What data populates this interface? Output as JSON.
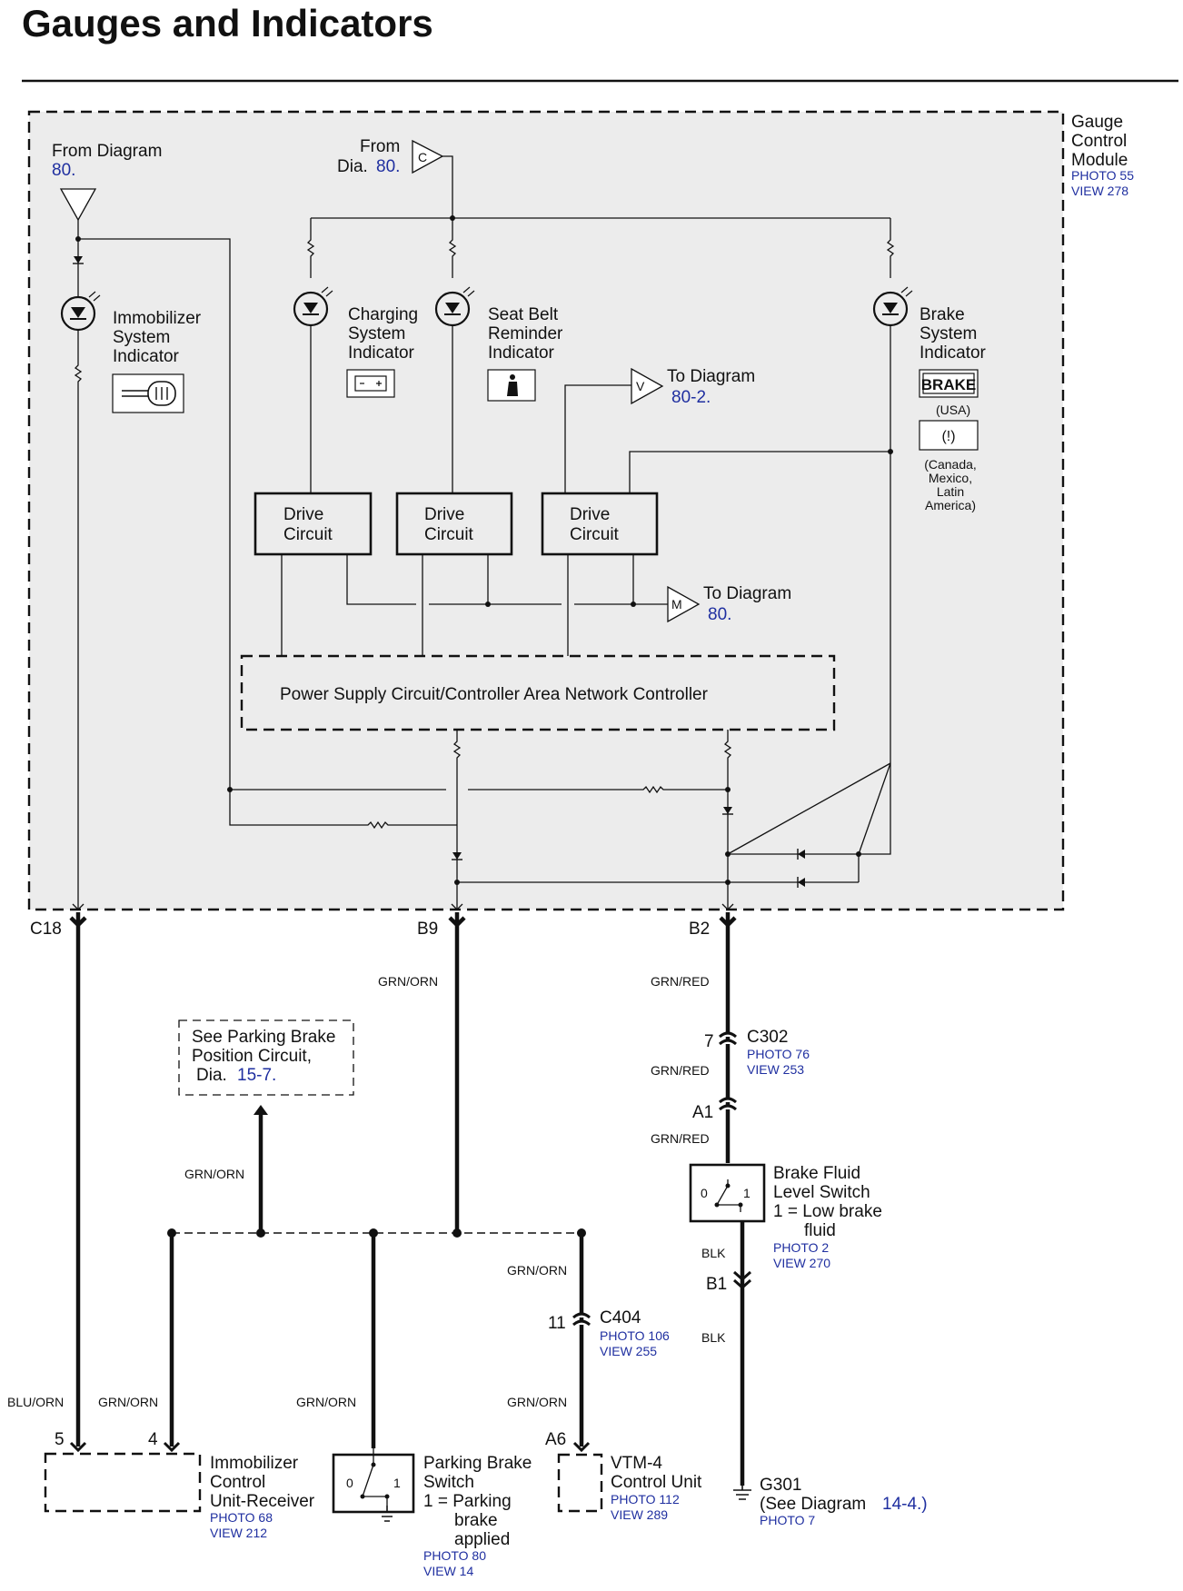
{
  "title": "Gauges and Indicators",
  "module": {
    "name_lines": [
      "Gauge",
      "Control",
      "Module"
    ],
    "photo": "PHOTO 55",
    "view": "VIEW 278"
  },
  "from_diagram_left": {
    "label": "From Diagram",
    "ref": "80."
  },
  "from_dia_top": {
    "label": "From",
    "prefix": "Dia.",
    "ref": "80.",
    "marker": "C"
  },
  "indicators": {
    "immobilizer": [
      "Immobilizer",
      "System",
      "Indicator"
    ],
    "charging": [
      "Charging",
      "System",
      "Indicator"
    ],
    "seatbelt": [
      "Seat Belt",
      "Reminder",
      "Indicator"
    ],
    "brake": [
      "Brake",
      "System",
      "Indicator"
    ]
  },
  "brake_icons": {
    "usa_text": "BRAKE",
    "usa_note": "(USA)",
    "intl_symbol": "(!)",
    "intl_note": [
      "(Canada,",
      "Mexico,",
      "Latin",
      "America)"
    ]
  },
  "to_diagram_v": {
    "label": "To Diagram",
    "ref": "80-2.",
    "marker": "V"
  },
  "to_diagram_m": {
    "label": "To Diagram",
    "ref": "80.",
    "marker": "M"
  },
  "drive_circuits": [
    [
      "Drive",
      "Circuit"
    ],
    [
      "Drive",
      "Circuit"
    ],
    [
      "Drive",
      "Circuit"
    ]
  ],
  "power_supply": "Power Supply Circuit/Controller Area Network Controller",
  "connectors": {
    "c18": "C18",
    "b9": "B9",
    "b2": "B2",
    "c302": {
      "pin": "7",
      "name": "C302",
      "photo": "PHOTO 76",
      "view": "VIEW 253"
    },
    "a1": "A1",
    "b1": "B1",
    "c404": {
      "pin": "11",
      "name": "C404",
      "photo": "PHOTO 106",
      "view": "VIEW 255"
    },
    "pin5": "5",
    "pin4": "4",
    "a6": "A6"
  },
  "wires": {
    "b9": "GRN/ORN",
    "b2": "GRN/RED",
    "c302_out": "GRN/RED",
    "a1_out": "GRN/RED",
    "parking_up": "GRN/ORN",
    "c404_in": "GRN/ORN",
    "c404_out": "GRN/ORN",
    "blk1": "BLK",
    "blk2": "BLK",
    "blu_orn": "BLU/ORN",
    "grn_orn_4": "GRN/ORN",
    "grn_orn_switch": "GRN/ORN"
  },
  "parking_note": {
    "lines": [
      "See Parking Brake",
      "Position Circuit,"
    ],
    "prefix": "Dia.",
    "ref": "15-7."
  },
  "brake_fluid": {
    "lines": [
      "Brake Fluid",
      "Level Switch",
      "1 = Low brake",
      "fluid"
    ],
    "photo": "PHOTO 2",
    "view": "VIEW 270",
    "pos0": "0",
    "pos1": "1"
  },
  "immobilizer_receiver": {
    "lines": [
      "Immobilizer",
      "Control",
      "Unit-Receiver"
    ],
    "photo": "PHOTO 68",
    "view": "VIEW 212"
  },
  "parking_switch": {
    "lines": [
      "Parking Brake",
      "Switch",
      "1 = Parking",
      "brake",
      "applied"
    ],
    "photo": "PHOTO 80",
    "view": "VIEW 14",
    "pos0": "0",
    "pos1": "1"
  },
  "vtm4": {
    "lines": [
      "VTM-4",
      "Control Unit"
    ],
    "photo": "PHOTO 112",
    "view": "VIEW 289"
  },
  "ground": {
    "name": "G301",
    "see": "(See Diagram",
    "ref": "14-4.)",
    "photo": "PHOTO 7"
  }
}
